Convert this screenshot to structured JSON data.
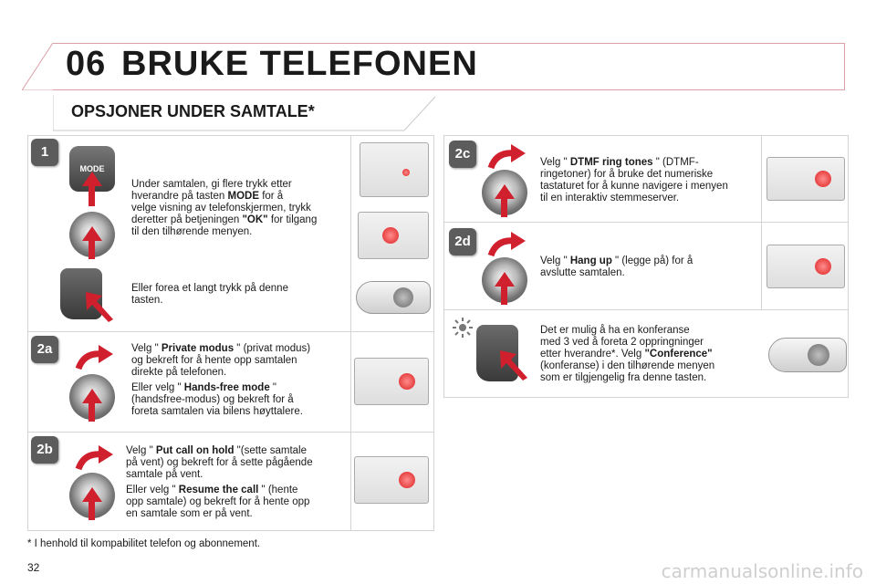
{
  "header": {
    "chapter": "06",
    "title": "BRUKE TELEFONEN"
  },
  "subtitle": "OPSJONER UNDER SAMTALE*",
  "steps": {
    "s1": {
      "badge": "1",
      "mode_label": "MODE",
      "line1": "Under samtalen, gi flere trykk etter",
      "line2a": "hverandre på tasten ",
      "line2b": "MODE",
      "line2c": " for å",
      "line3": "velge visning av telefonskjermen, trykk",
      "line4a": "deretter på betjeningen ",
      "line4b": "\"OK\"",
      "line4c": " for tilgang",
      "line5": "til den tilhørende menyen.",
      "alt1": "Eller forea et langt trykk på denne",
      "alt2": "tasten."
    },
    "s2a": {
      "badge": "2a",
      "l1a": "Velg \" ",
      "l1b": "Private modus",
      "l1c": " \" (privat modus)",
      "l2": "og bekreft for å hente opp samtalen",
      "l3": "direkte på telefonen.",
      "l4a": "Eller velg \" ",
      "l4b": "Hands-free mode",
      "l4c": " \"",
      "l5": "(handsfree-modus) og bekreft for å",
      "l6": "foreta samtalen via bilens høyttalere."
    },
    "s2b": {
      "badge": "2b",
      "l1a": "Velg \" ",
      "l1b": "Put call on hold",
      "l1c": " \"(sette samtale",
      "l2": "på vent) og bekreft for å sette pågående",
      "l3": "samtale på vent.",
      "l4a": "Eller velg \" ",
      "l4b": "Resume the call",
      "l4c": " \" (hente",
      "l5": "opp samtale) og bekreft for å hente opp",
      "l6": "en samtale som er på vent."
    },
    "s2c": {
      "badge": "2c",
      "l1a": "Velg \" ",
      "l1b": "DTMF ring tones",
      "l1c": " \" (DTMF-",
      "l2": "ringetoner) for å bruke det numeriske",
      "l3": "tastaturet for å kunne navigere i menyen",
      "l4": "til en interaktiv stemmeserver."
    },
    "s2d": {
      "badge": "2d",
      "l1a": "Velg \" ",
      "l1b": "Hang up",
      "l1c": " \" (legge på) for å",
      "l2": "avslutte samtalen."
    },
    "conf": {
      "l1": "Det er mulig å ha en konferanse",
      "l2": "med 3 ved å foreta 2 oppringninger",
      "l3a": "etter hverandre*. Velg ",
      "l3b": "\"Conference\"",
      "l4": "(konferanse) i den tilhørende menyen",
      "l5": "som er tilgjengelig fra denne tasten."
    }
  },
  "footnote": "* I henhold til kompabilitet telefon og abonnement.",
  "page_number": "32",
  "watermark": "carmanualsonline.info",
  "colors": {
    "accent_red": "#d0202e",
    "badge_gray": "#5c5c5c",
    "border": "#d4d4d4"
  },
  "icons": [
    "mode-button-icon",
    "rotary-knob-icon",
    "steering-switch-icon",
    "radio-panel-icon",
    "stalk-control-icon",
    "sun-icon"
  ]
}
